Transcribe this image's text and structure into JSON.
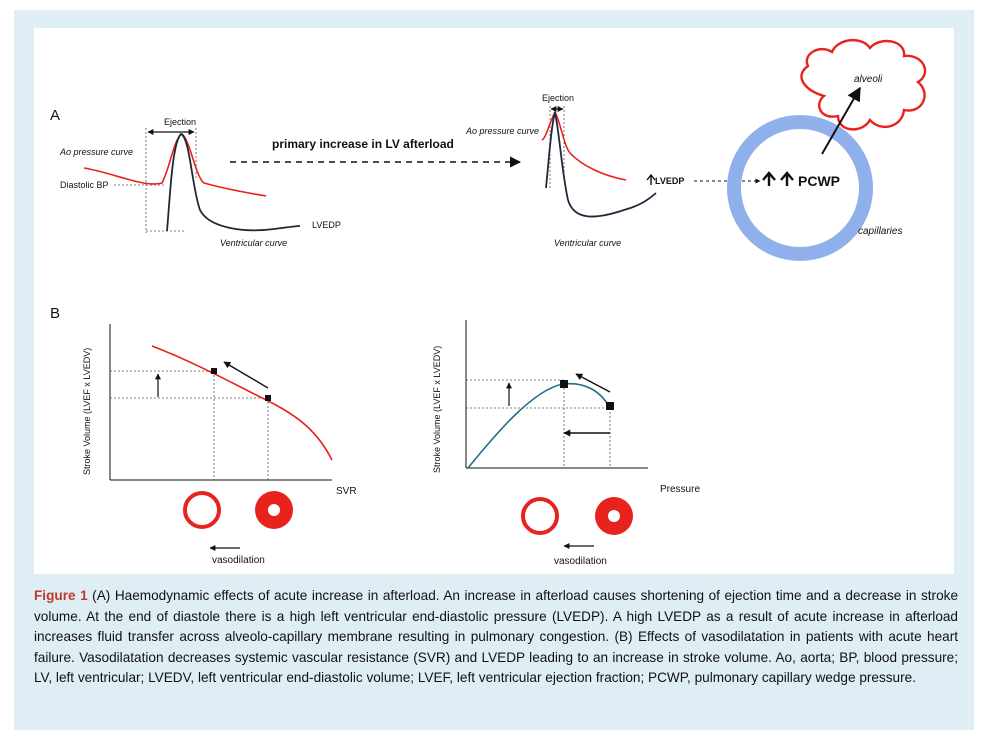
{
  "panel_a": {
    "label": "A",
    "left": {
      "ejection": "Ejection",
      "ao_curve": "Ao pressure curve",
      "diastolic_bp": "Diastolic BP",
      "lvedp": "LVEDP",
      "ventricular_curve": "Ventricular curve"
    },
    "arrow_text": "primary increase in LV afterload",
    "right": {
      "ejection": "Ejection",
      "ao_curve": "Ao pressure curve",
      "lvedp": "LVEDP",
      "ventricular_curve": "Ventricular curve"
    },
    "pcwp": "PCWP",
    "alveoli": "alveoli",
    "capillaries": "capillaries"
  },
  "panel_b": {
    "label": "B",
    "vasodilation": "vasodilation",
    "colors": {
      "svr_curve": "#e8221c",
      "frank_starling_curve": "#1f6d8c",
      "vessel": "#e8221c"
    },
    "charts": [
      {
        "type": "line",
        "xlabel": "SVR",
        "ylabel": "Stroke Volume (LVEF x LVEDV)",
        "description_points": [
          "lower SVR / higher stroke volume",
          "higher SVR / lower stroke volume"
        ]
      },
      {
        "type": "line",
        "xlabel": "Pressure",
        "ylabel": "Stroke Volume (LVEF x LVEDV)",
        "description_points": [
          "peak",
          "higher pressure / lower stroke volume"
        ]
      }
    ]
  },
  "caption": {
    "figure_label": "Figure 1",
    "text": " (A) Haemodynamic effects of acute increase in afterload. An increase in afterload causes shortening of ejection time and a decrease in stroke volume. At the end of diastole there is a high left ventricular end-diastolic pressure (LVEDP). A high LVEDP as a result of acute increase in afterload increases fluid transfer across alveolo-capillary membrane resulting in pulmonary congestion. (B) Effects of vasodilatation in patients with acute heart failure. Vasodilatation decreases systemic vascular resistance (SVR) and LVEDP leading to an increase in stroke volume. Ao, aorta; BP, blood pressure; LV, left ventricular; LVEDV, left ventricular end-diastolic volume; LVEF, left ventricular ejection fraction; PCWP, pulmonary capillary wedge pressure."
  }
}
